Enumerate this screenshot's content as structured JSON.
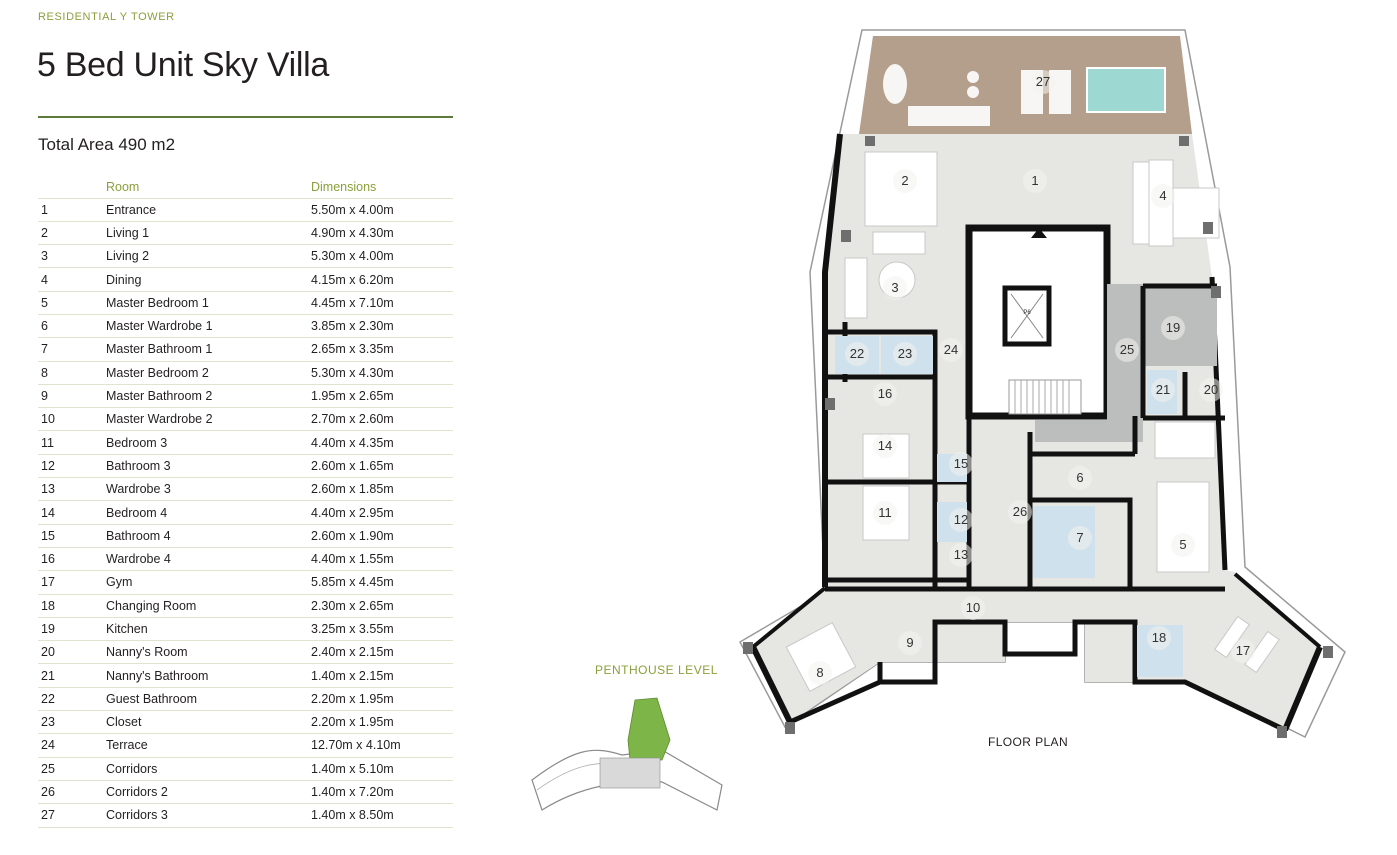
{
  "header": {
    "eyebrow": "RESIDENTIAL Y TOWER",
    "title": "5 Bed Unit Sky Villa",
    "total_area": "Total Area 490 m2"
  },
  "table": {
    "columns": [
      "",
      "Room",
      "Dimensions"
    ],
    "rows": [
      {
        "num": "1",
        "room": "Entrance",
        "dim": "5.50m x 4.00m"
      },
      {
        "num": "2",
        "room": "Living 1",
        "dim": "4.90m x 4.30m"
      },
      {
        "num": "3",
        "room": "Living 2",
        "dim": "5.30m x 4.00m"
      },
      {
        "num": "4",
        "room": "Dining",
        "dim": "4.15m x 6.20m"
      },
      {
        "num": "5",
        "room": "Master Bedroom 1",
        "dim": "4.45m x 7.10m"
      },
      {
        "num": "6",
        "room": "Master Wardrobe 1",
        "dim": "3.85m x 2.30m"
      },
      {
        "num": "7",
        "room": "Master Bathroom 1",
        "dim": "2.65m x 3.35m"
      },
      {
        "num": "8",
        "room": "Master Bedroom 2",
        "dim": "5.30m x 4.30m"
      },
      {
        "num": "9",
        "room": "Master Bathroom 2",
        "dim": "1.95m x 2.65m"
      },
      {
        "num": "10",
        "room": "Master Wardrobe 2",
        "dim": "2.70m x 2.60m"
      },
      {
        "num": "11",
        "room": "Bedroom 3",
        "dim": "4.40m x 4.35m"
      },
      {
        "num": "12",
        "room": "Bathroom 3",
        "dim": "2.60m x 1.65m"
      },
      {
        "num": "13",
        "room": "Wardrobe 3",
        "dim": "2.60m x 1.85m"
      },
      {
        "num": "14",
        "room": "Bedroom 4",
        "dim": "4.40m x 2.95m"
      },
      {
        "num": "15",
        "room": "Bathroom 4",
        "dim": "2.60m x 1.90m"
      },
      {
        "num": "16",
        "room": "Wardrobe 4",
        "dim": "4.40m x 1.55m"
      },
      {
        "num": "17",
        "room": "Gym",
        "dim": "5.85m x 4.45m"
      },
      {
        "num": "18",
        "room": "Changing Room",
        "dim": "2.30m x 2.65m"
      },
      {
        "num": "19",
        "room": "Kitchen",
        "dim": "3.25m x 3.55m"
      },
      {
        "num": "20",
        "room": "Nanny's Room",
        "dim": "2.40m x 2.15m"
      },
      {
        "num": "21",
        "room": "Nanny's Bathroom",
        "dim": "1.40m x 2.15m"
      },
      {
        "num": "22",
        "room": "Guest Bathroom",
        "dim": "2.20m x 1.95m"
      },
      {
        "num": "23",
        "room": "Closet",
        "dim": "2.20m x 1.95m"
      },
      {
        "num": "24",
        "room": "Terrace",
        "dim": "12.70m x 4.10m"
      },
      {
        "num": "25",
        "room": "Corridors",
        "dim": "1.40m x 5.10m"
      },
      {
        "num": "26",
        "room": "Corridors 2",
        "dim": "1.40m x 7.20m"
      },
      {
        "num": "27",
        "room": "Corridors 3",
        "dim": "1.40m x 8.50m"
      }
    ]
  },
  "plan": {
    "caption": "FLOOR PLAN",
    "lift_label": "P6",
    "room_labels": [
      "1",
      "2",
      "3",
      "4",
      "5",
      "6",
      "7",
      "8",
      "9",
      "10",
      "11",
      "12",
      "13",
      "14",
      "15",
      "16",
      "17",
      "18",
      "19",
      "20",
      "21",
      "22",
      "23",
      "24",
      "25",
      "26",
      "27"
    ]
  },
  "keyplan": {
    "caption": "PENTHOUSE LEVEL"
  },
  "colors": {
    "accent_green": "#8aa03a",
    "rule_green": "#5e7a3a",
    "floor": "#e6e7e3",
    "wall": "#111111",
    "terrace": "#b49e8c",
    "pool": "#9ed8d2",
    "corridor_grey": "#bcbdbd",
    "wet_blue": "#cfe1ec"
  }
}
